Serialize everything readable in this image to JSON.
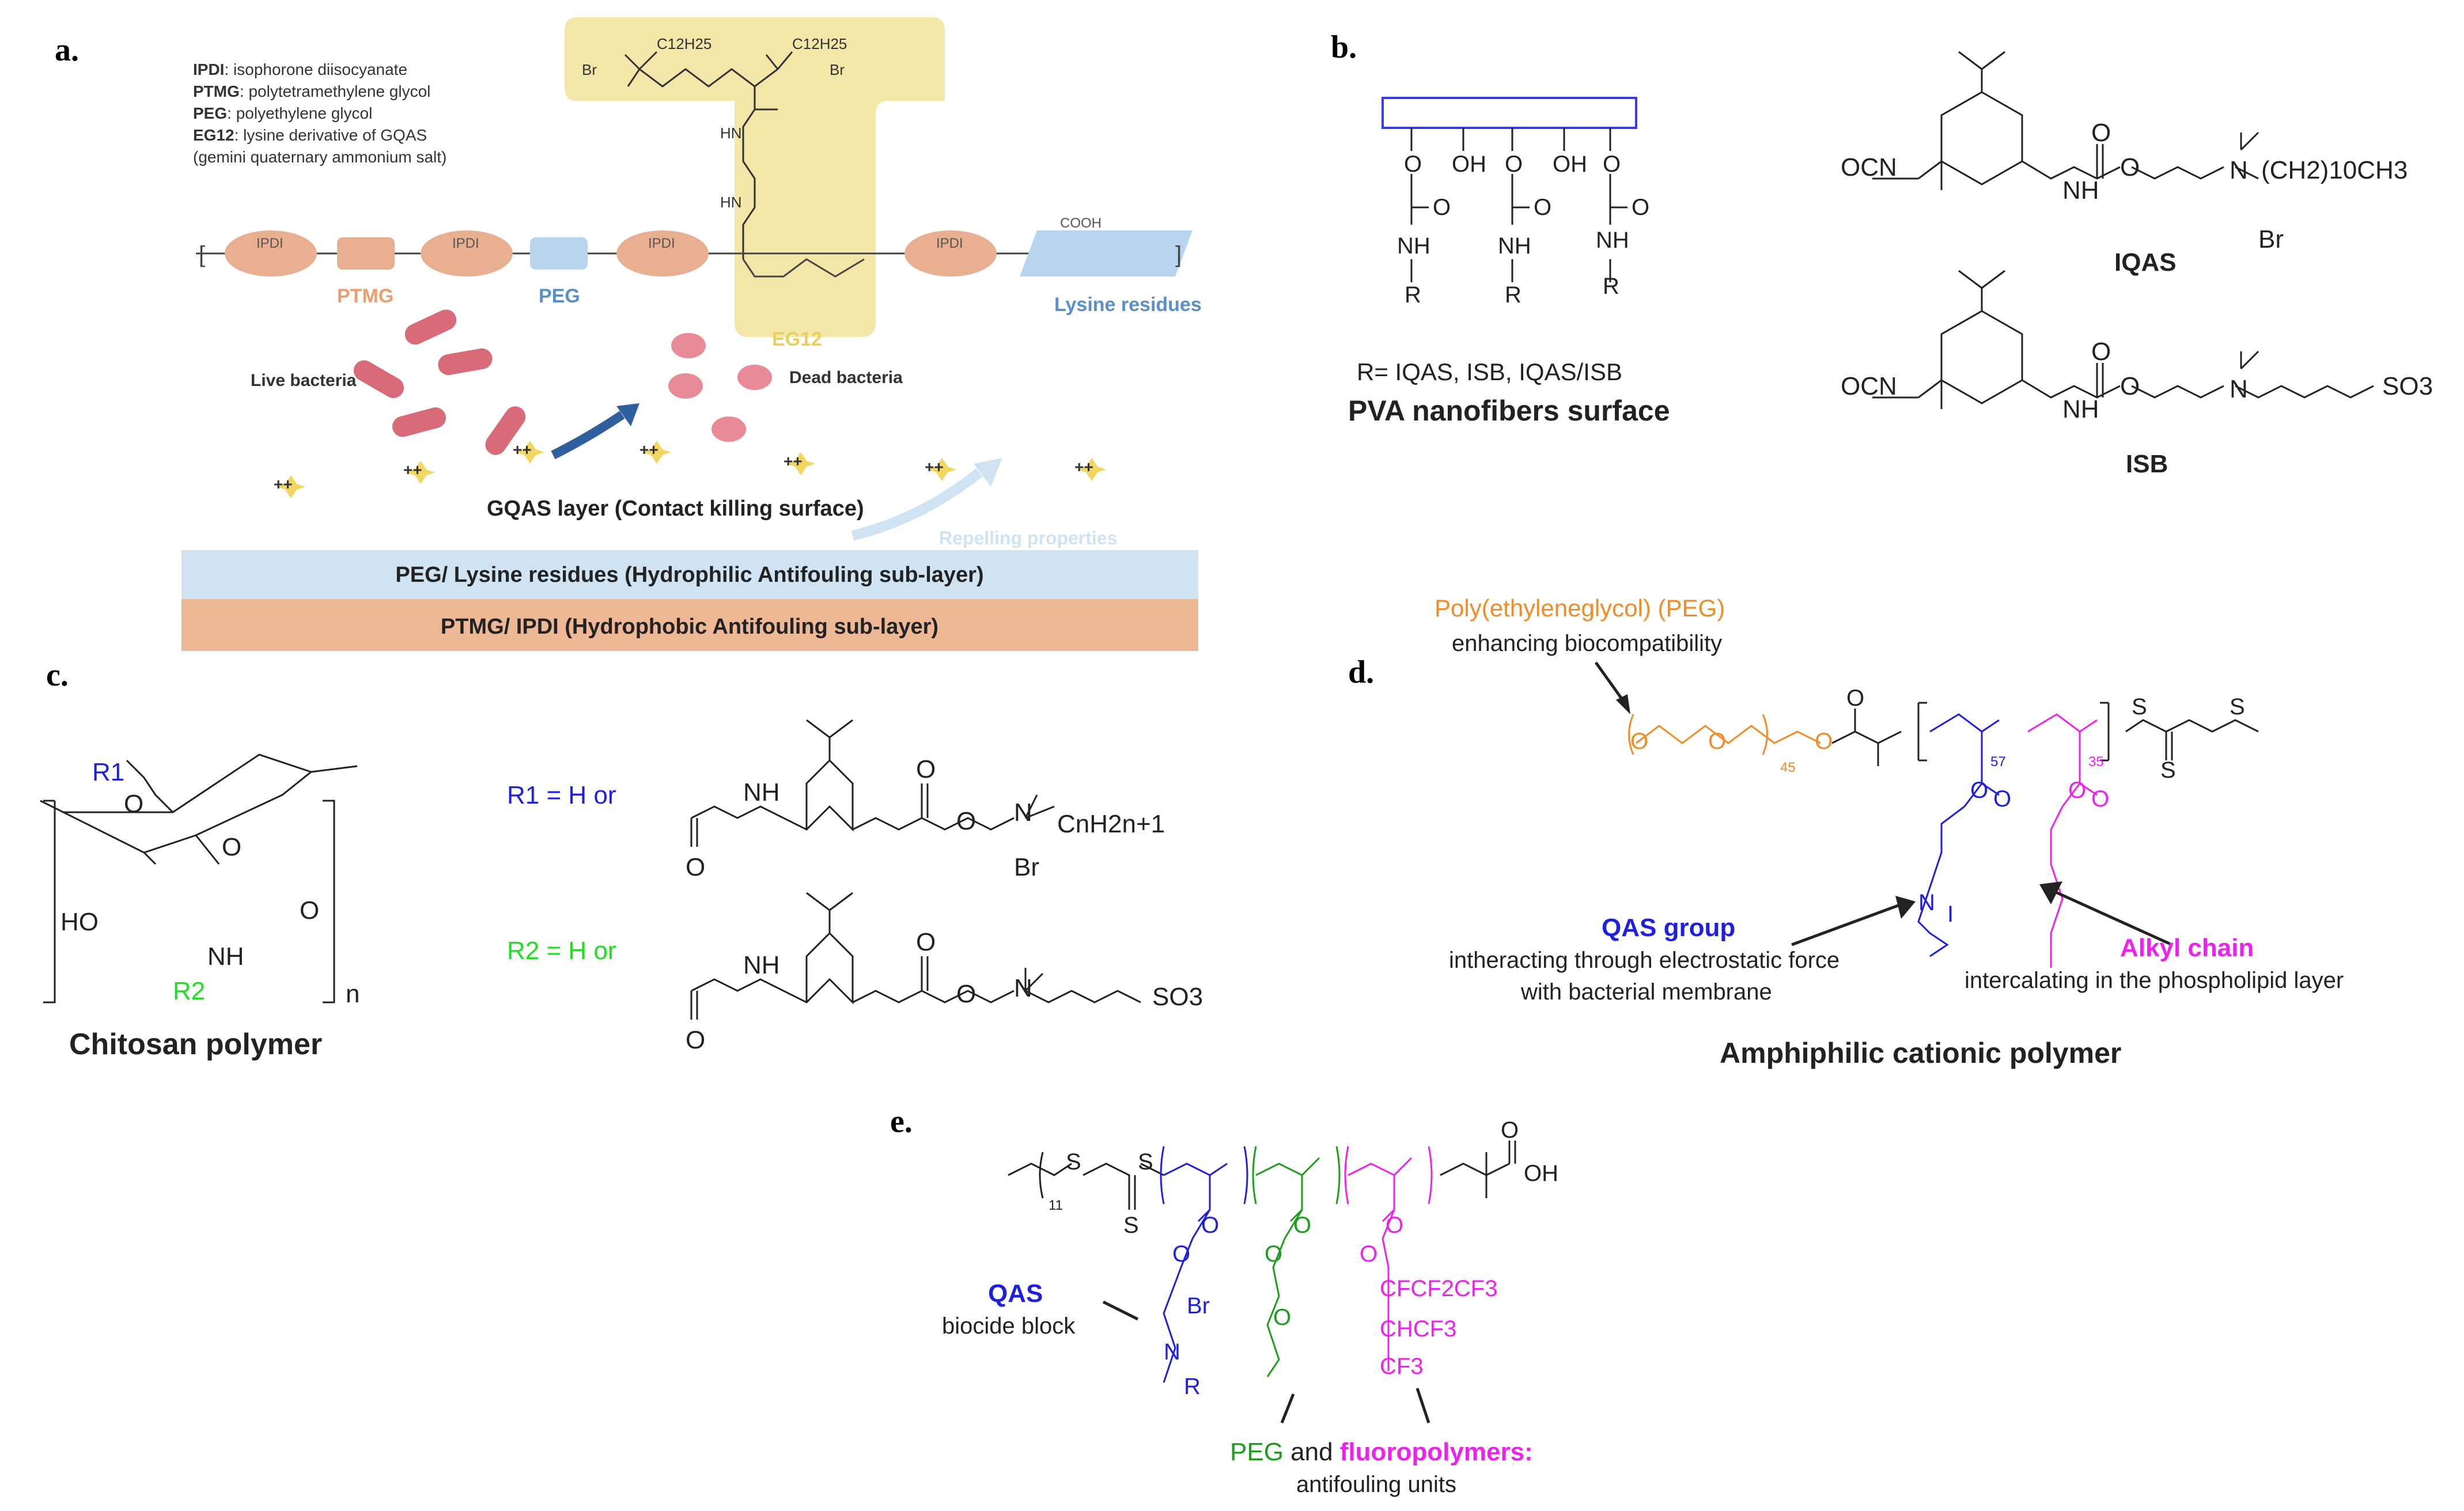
{
  "panels": {
    "a": {
      "label": "a.",
      "abbrev": [
        {
          "key": "IPDI",
          "text": ": isophorone diisocyanate"
        },
        {
          "key": "PTMG",
          "text": ": polytetramethylene glycol"
        },
        {
          "key": "PEG",
          "text": ": polyethylene glycol"
        },
        {
          "key": "EG12",
          "text": ": lysine derivative of GQAS"
        },
        {
          "key": "",
          "text": "(gemini quaternary ammonium salt)"
        }
      ],
      "ptmg": "PTMG",
      "peg": "PEG",
      "eg12": "EG12",
      "lysine_residues": "Lysine residues",
      "ipdi": "IPDI",
      "cooh": "COOH",
      "br": "Br",
      "c12h25": "C12H25",
      "hn": "HN",
      "live_bacteria": "Live bacteria",
      "dead_bacteria": "Dead bacteria",
      "plusplus": "++",
      "gqas_layer": "GQAS layer (Contact killing surface)",
      "repelling": "Repelling properties",
      "layer_hydrophilic": "PEG/ Lysine residues (Hydrophilic Antifouling sub-layer)",
      "layer_hydrophobic": "PTMG/ IPDI (Hydrophobic Antifouling sub-layer)"
    },
    "b": {
      "label": "b.",
      "oh": "OH",
      "o": "O",
      "nh": "NH",
      "r": "R",
      "r_def": "R= IQAS, ISB, IQAS/ISB",
      "surface_title": "PVA nanofibers surface",
      "ocn": "OCN",
      "iqas_tail": "(CH2)10CH3",
      "br": "Br",
      "iqas_name": "IQAS",
      "isb_name": "ISB",
      "so3": "SO3"
    },
    "c": {
      "label": "c.",
      "r1": "R1",
      "r2": "R2",
      "ho": "HO",
      "nh": "NH",
      "o": "O",
      "n": "n",
      "polymer_name": "Chitosan polymer",
      "r1_eq": "R1 = H or",
      "r2_eq": "R2 = H or",
      "chain": "CnH2n+1",
      "br": "Br",
      "so3": "SO3"
    },
    "d": {
      "label": "d.",
      "peg_title": "Poly(ethyleneglycol) (PEG)",
      "peg_desc": "enhancing biocompatibility",
      "n45": "45",
      "n57": "57",
      "n35": "35",
      "qas_title": "QAS group",
      "qas_desc1": "intheracting through electrostatic force",
      "qas_desc2": "with bacterial membrane",
      "alkyl_title": "Alkyl chain",
      "alkyl_desc": "intercalating in the phospholipid layer",
      "polymer_name": "Amphiphilic cationic polymer"
    },
    "e": {
      "label": "e.",
      "n11": "11",
      "oh": "OH",
      "qas_title": "QAS",
      "qas_desc": "biocide block",
      "br": "Br",
      "r": "R",
      "f1": "CFCF2CF3",
      "f2": "CHCF3",
      "f3": "CF3",
      "peg": "PEG",
      "and": " and ",
      "fluoro": "fluoropolymers:",
      "antifouling": "antifouling units"
    }
  },
  "colors": {
    "orange": "#f28c28",
    "blue": "#1f1fe0",
    "magenta": "#ee22ee",
    "green": "#1e9c1e",
    "bright_green": "#22dd22",
    "tan_band": "#eeb896",
    "blue_band": "#cfe3f3",
    "yellow_box": "#f2e6a8",
    "ptmg_orange": "#e8b090",
    "peg_blue": "#5a8fc8"
  }
}
